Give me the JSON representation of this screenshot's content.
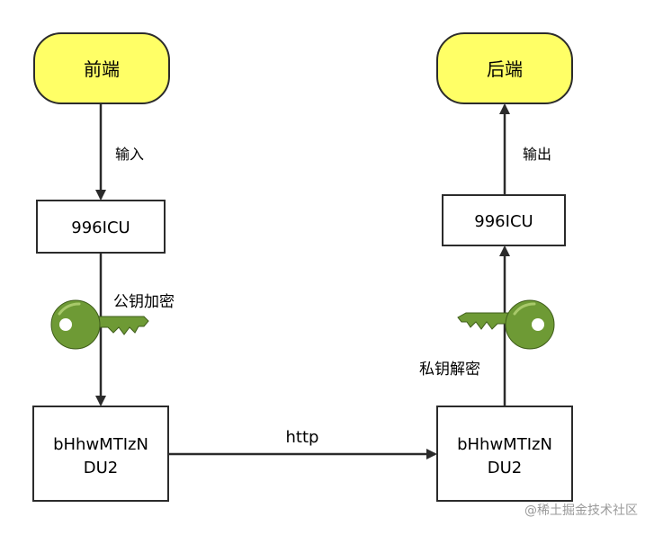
{
  "nodes": {
    "frontend": "前端",
    "backend": "后端",
    "plain_left": "996ICU",
    "plain_right": "996ICU",
    "cipher_left_line1": "bHhwMTIzN",
    "cipher_left_line2": "DU2",
    "cipher_right_line1": "bHhwMTIzN",
    "cipher_right_line2": "DU2"
  },
  "edges": {
    "input": "输入",
    "output": "输出",
    "encrypt": "公钥加密",
    "decrypt": "私钥解密",
    "transport": "http"
  },
  "watermark": "@稀土掘金技术社区",
  "colors": {
    "terminal_fill": "#ffff66",
    "stroke": "#2b2b2b",
    "key_fill": "#6e9a35",
    "key_highlight": "#a8c96a"
  },
  "icons": [
    "public-key-icon",
    "private-key-icon"
  ]
}
